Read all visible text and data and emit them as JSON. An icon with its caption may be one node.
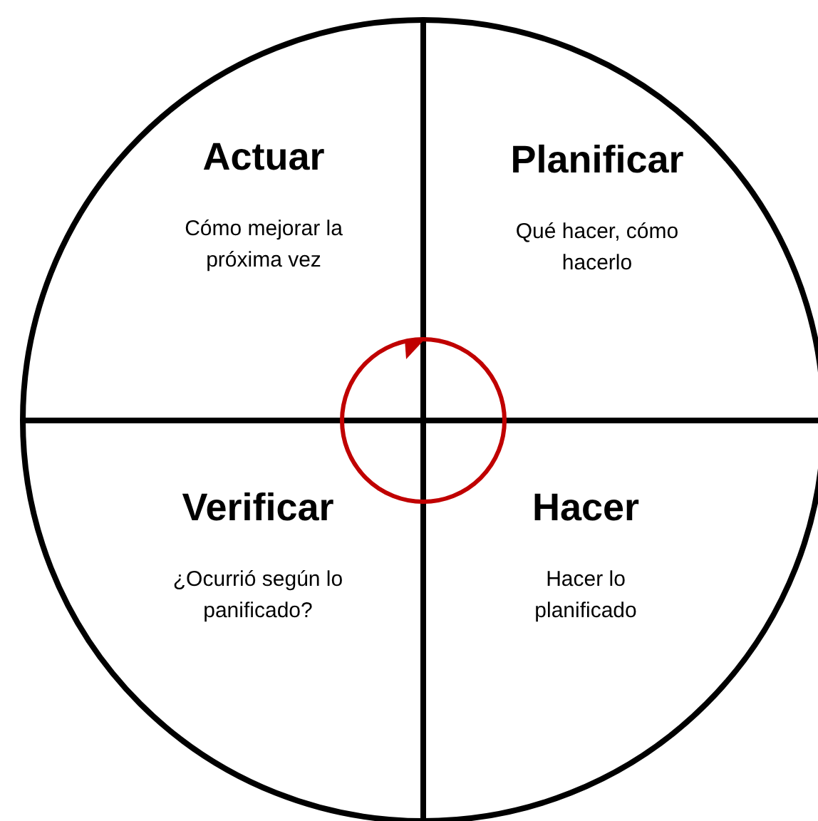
{
  "diagram": {
    "nodes": [
      {
        "text": [],
        "shape": "circle"
      },
      {
        "text": [
          "Actuar",
          "Cómo mejorar la próxima vez"
        ],
        "in": 0
      },
      {
        "text": [
          "Planificar",
          "Qué hacer, cómo hacerlo"
        ],
        "in": 0
      },
      {
        "text": [
          "Verificar",
          "¿Ocurrió según lo panificado?"
        ],
        "in": 0
      },
      {
        "text": [
          "Hacer",
          "Hacer lo planificado"
        ],
        "in": 0
      }
    ]
  }
}
